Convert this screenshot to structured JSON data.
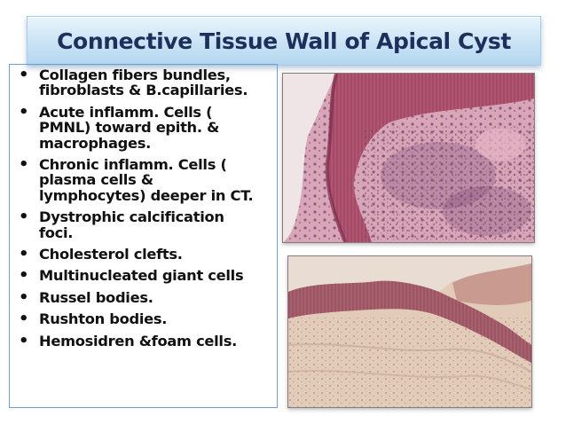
{
  "slide": {
    "title": "Connective Tissue Wall of Apical Cyst",
    "bullets": [
      "Collagen fibers bundles,\nfibroblasts & B.capillaries.",
      "Acute inflamm. Cells (\nPMNL) toward epith. &\nmacrophages.",
      "Chronic inflamm. Cells (\nplasma cells &\nlymphocytes) deeper in CT.",
      "Dystrophic calcification\nfoci.",
      "Cholesterol clefts.",
      "Multinucleated giant cells",
      "Russel bodies.",
      " Rushton bodies.",
      "Hemosidren &foam cells."
    ]
  },
  "images": {
    "top": {
      "subject": "micrograph-epithelium-inflamed-connective-tissue",
      "tint": "#c98aa0"
    },
    "bottom": {
      "subject": "micrograph-epithelium-fibrous-connective-tissue",
      "tint": "#dcc3b2"
    }
  }
}
